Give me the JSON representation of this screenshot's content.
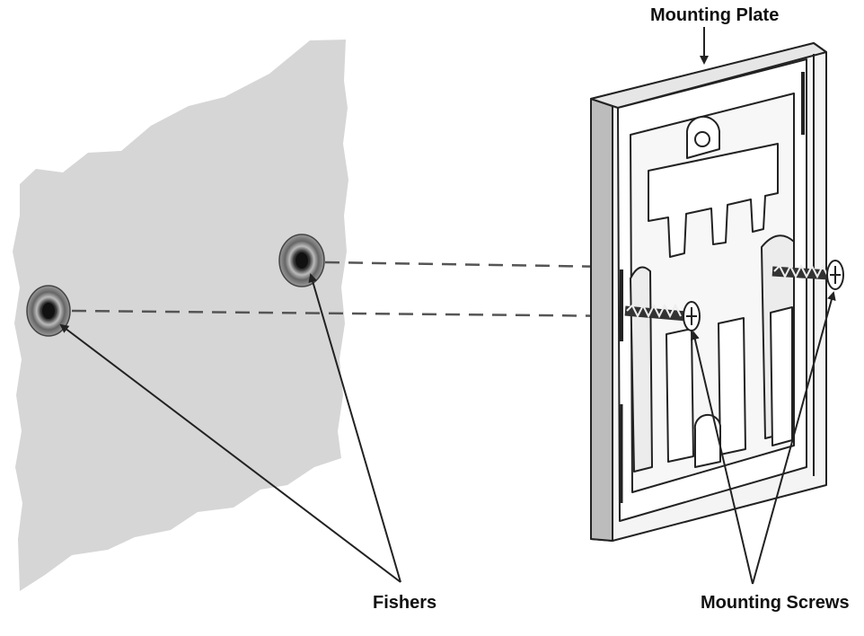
{
  "labels": {
    "mounting_plate": "Mounting Plate",
    "fishers": "Fishers",
    "mounting_screws": "Mounting Screws"
  },
  "colors": {
    "wall": "#d6d6d6",
    "line": "#222222",
    "dash": "#555555",
    "plate_fill": "#f4f4f4",
    "plate_shade": "#bcbcbc"
  },
  "icons": {
    "fisher": "wall-anchor-icon",
    "screw": "screw-icon",
    "arrow": "arrow-icon"
  }
}
